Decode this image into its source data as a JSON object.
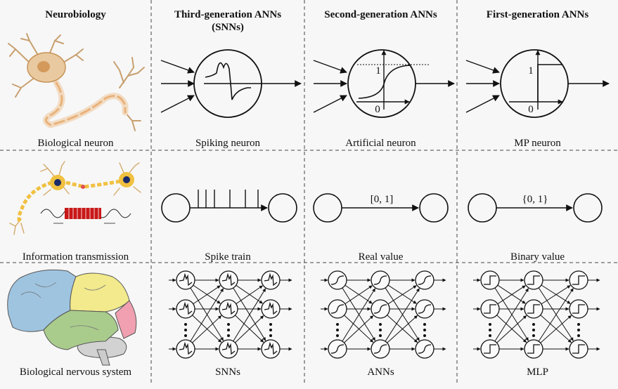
{
  "headers": {
    "neuro": "Neurobiology",
    "third_line1": "Third-generation ANNs",
    "third_line2": "(SNNs)",
    "second": "Second-generation ANNs",
    "first": "First-generation ANNs"
  },
  "row1": {
    "neuro": "Biological neuron",
    "third": "Spiking neuron",
    "second": "Artificial neuron",
    "first": "MP neuron"
  },
  "row2": {
    "neuro": "Information transmission",
    "third": "Spike train",
    "second": "Real value",
    "first": "Binary value",
    "second_value": "[0, 1]",
    "first_value": "{0, 1}"
  },
  "row3": {
    "neuro": "Biological nervous system",
    "third": "SNNs",
    "second": "ANNs",
    "first": "MLP"
  },
  "axis": {
    "one": "1",
    "zero": "0"
  },
  "colors": {
    "ink": "#111111",
    "divider": "#444444",
    "background": "#f7f7f7",
    "neuron_body": "#e9c9a0",
    "axon": "#f0c040",
    "brain_blue": "#9fc4e0",
    "brain_yellow": "#f2ea8c",
    "brain_green": "#a9cc8c",
    "brain_pink": "#f0a0b0",
    "pulse_red": "#c81818"
  }
}
